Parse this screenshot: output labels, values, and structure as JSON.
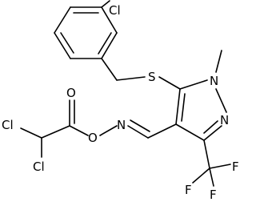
{
  "atom_labels": {
    "cl_aryl": "Cl",
    "s_thioether": "S",
    "n_methyl": "N",
    "n_ring": "N",
    "n_oxime": "N",
    "o_oxime": "O",
    "o_carbonyl": "O",
    "cl_1": "Cl",
    "cl_2": "Cl",
    "f_1": "F",
    "f_2": "F",
    "f_3": "F"
  },
  "colors": {
    "bond": "#000000",
    "label": "#000000",
    "background": "#ffffff"
  }
}
